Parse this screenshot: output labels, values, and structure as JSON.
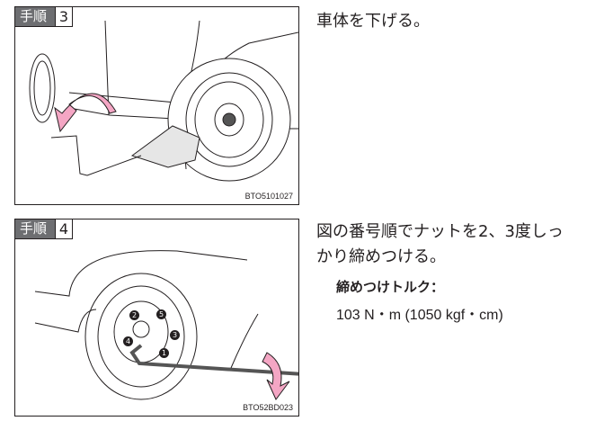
{
  "steps": [
    {
      "label": "手順",
      "number": "3",
      "figure_code": "BTO5101027",
      "text": "車体を下げる。"
    },
    {
      "label": "手順",
      "number": "4",
      "figure_code": "BTO52BD023",
      "text_line1": "図の番号順でナットを2、3度しっ",
      "text_line2": "かり締めつける。",
      "nut_order": [
        "1",
        "2",
        "3",
        "4",
        "5"
      ]
    }
  ],
  "torque": {
    "label": "締めつけトルク：",
    "value": "103 N・m (1050 kgf・cm)"
  },
  "colors": {
    "arrow": "#f4a6c4",
    "label_bg": "#6d6e71"
  }
}
